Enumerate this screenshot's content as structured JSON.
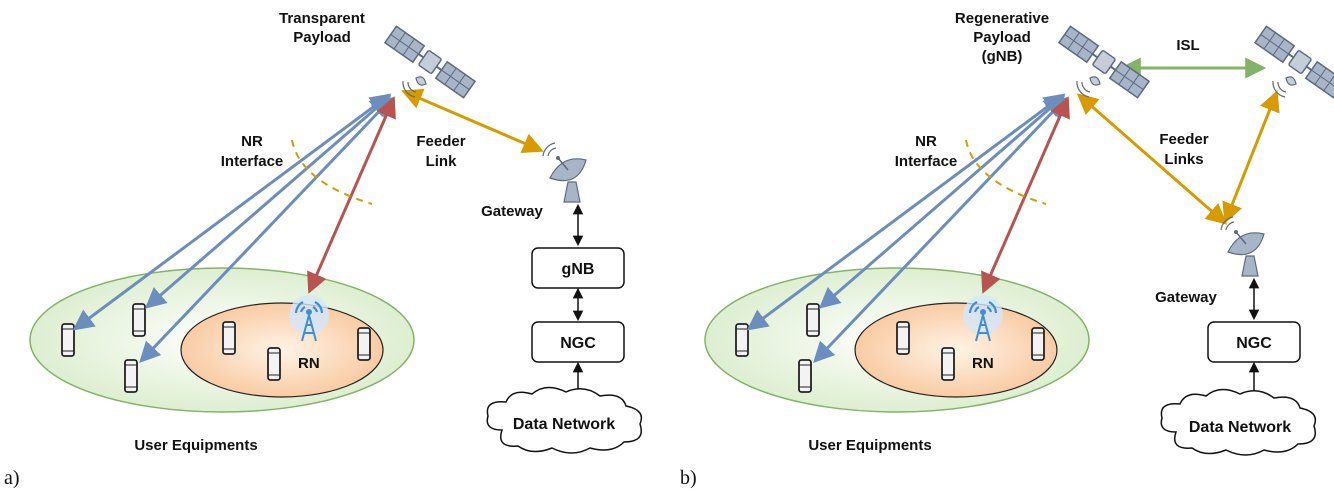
{
  "panel_a": {
    "panel_label": "a)",
    "satellite_label_line1": "Transparent",
    "satellite_label_line2": "Payload",
    "nr_label_line1": "NR",
    "nr_label_line2": "Interface",
    "feeder_label_line1": "Feeder",
    "feeder_label_line2": "Link",
    "gateway_label": "Gateway",
    "gnb_label": "gNB",
    "ngc_label": "NGC",
    "data_network_label": "Data Network",
    "rn_label": "RN",
    "ue_label": "User Equipments"
  },
  "panel_b": {
    "panel_label": "b)",
    "satellite_label_line1": "Regenerative",
    "satellite_label_line2": "Payload",
    "satellite_label_line3": "(gNB)",
    "isl_label": "ISL",
    "nr_label_line1": "NR",
    "nr_label_line2": "Interface",
    "feeder_label_line1": "Feeder",
    "feeder_label_line2": "Links",
    "gateway_label": "Gateway",
    "ngc_label": "NGC",
    "data_network_label": "Data Network",
    "rn_label": "RN",
    "ue_label": "User Equipments"
  },
  "colors": {
    "ue_link": "#6c8ebf",
    "relay_link": "#b85450",
    "feeder_link": "#d79b00",
    "isl_link": "#82b366",
    "ue_area_fill": "#e6f2dc",
    "ue_area_stroke": "#82b366",
    "rn_area_fill": "#fbd9bd",
    "satellite_panel": "#a8b4c8"
  },
  "icons": [
    "satellite-icon",
    "gateway-dish-icon",
    "smartphone-icon",
    "relay-node-antenna-icon",
    "cloud-icon"
  ]
}
